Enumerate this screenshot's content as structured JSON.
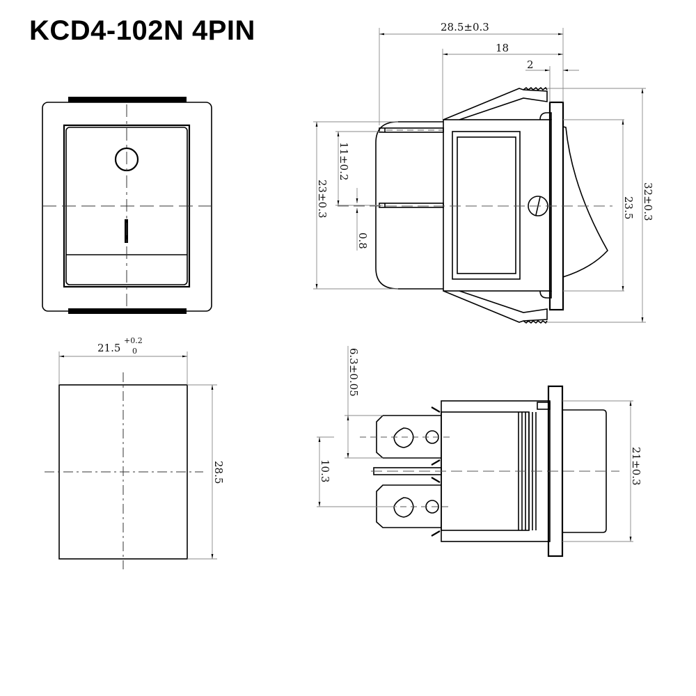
{
  "title": "KCD4-102N 4PIN",
  "front_view": {
    "symbols": {
      "off": "circle-off-symbol",
      "on": "bar-on-symbol"
    }
  },
  "panel_cutout": {
    "width_label": "21.5",
    "width_tol_upper": "+0.2",
    "width_tol_lower": "0",
    "height_label": "28.5"
  },
  "side_view": {
    "overall_length": "28.5±0.3",
    "body_length": "18",
    "flange_thickness": "2",
    "terminal_spacing": "11±0.2",
    "body_height": "23±0.3",
    "terminal_thickness": "0.8",
    "bezel_inner_height": "23.5",
    "bezel_height": "32±0.3"
  },
  "top_view": {
    "terminal_width": "6.3±0.05",
    "terminal_pitch": "10.3",
    "body_width": "21±0.3"
  },
  "colors": {
    "line": "#000000",
    "dimension_line": "#888888",
    "background": "#ffffff"
  }
}
